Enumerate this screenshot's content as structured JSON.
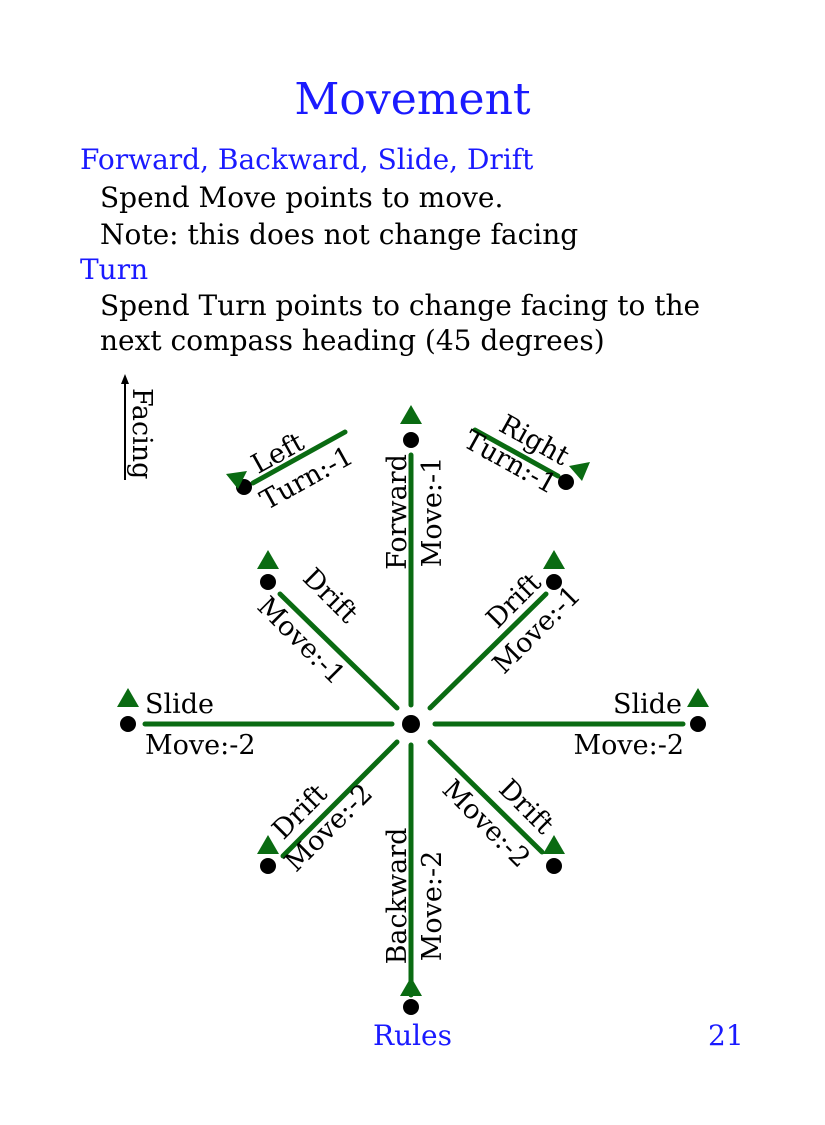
{
  "page": {
    "title": "Movement",
    "sections": [
      {
        "heading": "Forward, Backward, Slide, Drift",
        "lines": [
          "Spend Move points to move.",
          "Note: this does not change facing"
        ]
      },
      {
        "heading": "Turn",
        "lines": [
          "Spend Turn points to change facing to the",
          "next compass heading (45 degrees)"
        ]
      }
    ],
    "footer": {
      "label": "Rules",
      "page_number": "21"
    }
  },
  "diagram": {
    "facing_label": "Facing",
    "colors": {
      "line": "#0a6b12",
      "arrow": "#0a6b12",
      "dot": "#000000"
    },
    "moves": {
      "forward": {
        "name": "Forward",
        "cost": "Move:-1"
      },
      "backward": {
        "name": "Backward",
        "cost": "Move:-2"
      },
      "slide_left": {
        "name": "Slide",
        "cost": "Move:-2"
      },
      "slide_right": {
        "name": "Slide",
        "cost": "Move:-2"
      },
      "drift_forward_left": {
        "name": "Drift",
        "cost": "Move:-1"
      },
      "drift_forward_right": {
        "name": "Drift",
        "cost": "Move:-1"
      },
      "drift_back_left": {
        "name": "Drift",
        "cost": "Move:-2"
      },
      "drift_back_right": {
        "name": "Drift",
        "cost": "Move:-2"
      }
    },
    "turns": {
      "left": {
        "name": "Left",
        "cost": "Turn:-1"
      },
      "right": {
        "name": "Right",
        "cost": "Turn:-1"
      }
    }
  }
}
